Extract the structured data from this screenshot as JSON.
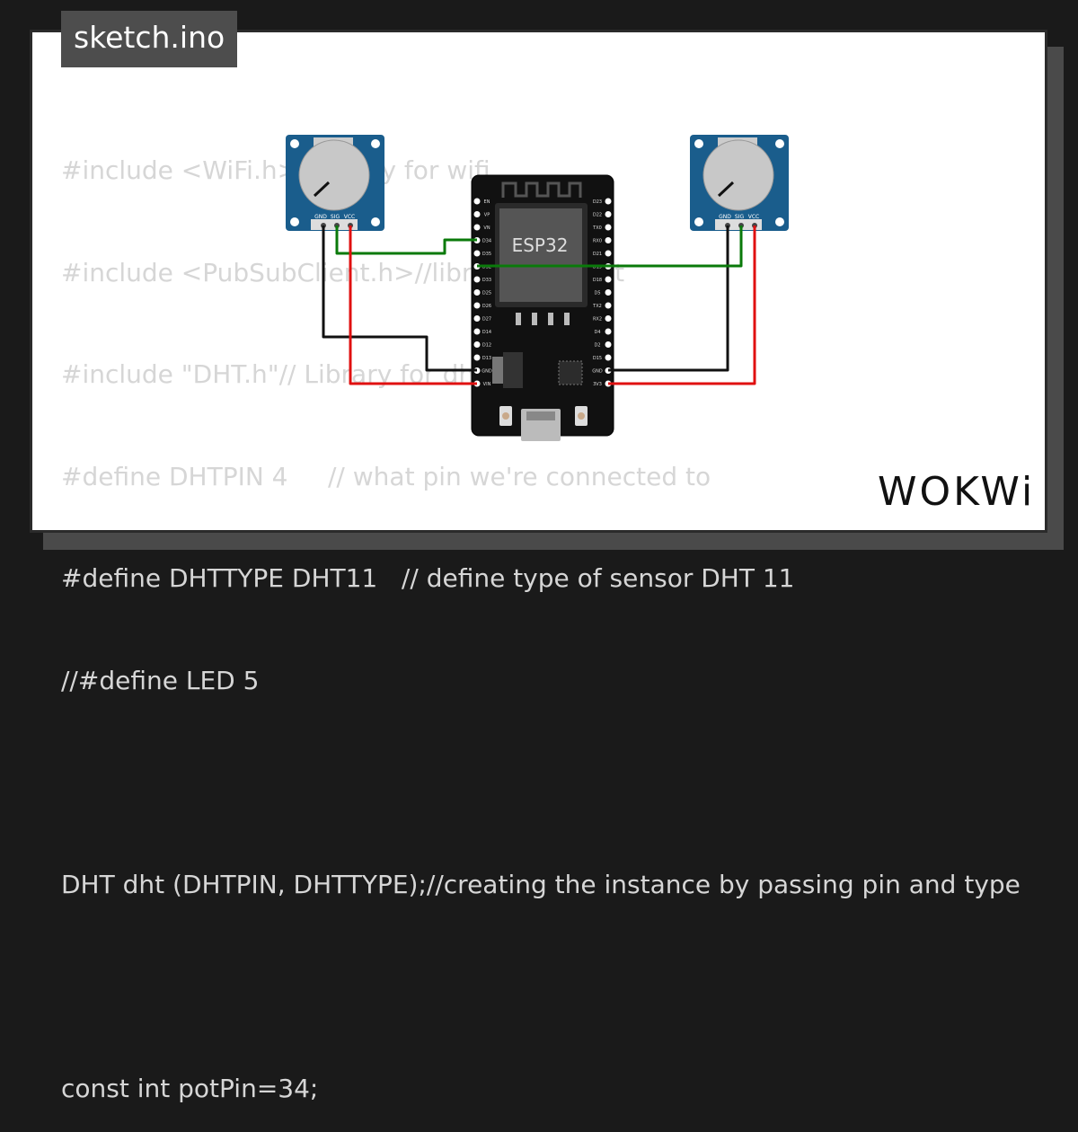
{
  "title_tab": {
    "label": "sketch.ino"
  },
  "code_lines": [
    "#include <WiFi.h>//library for wifi",
    "#include <PubSubClient.h>//library for MQtt",
    "#include \"DHT.h\"// Library for dht11",
    "#define DHTPIN 4     // what pin we're connected to",
    "#define DHTTYPE DHT11   // define type of sensor DHT 11",
    "//#define LED 5",
    "",
    "DHT dht (DHTPIN, DHTTYPE);//creating the instance by passing pin and type of dht connected",
    "",
    "const int potPin=34;"
  ],
  "board": {
    "chip_label": "ESP32",
    "left_pins": [
      "EN",
      "VP",
      "VN",
      "D34",
      "D35",
      "D32",
      "D33",
      "D25",
      "D26",
      "D27",
      "D14",
      "D12",
      "D13",
      "GND",
      "VIN"
    ],
    "right_pins": [
      "D23",
      "D22",
      "TX0",
      "RX0",
      "D21",
      "D19",
      "D18",
      "D5",
      "TX2",
      "RX2",
      "D4",
      "D2",
      "D15",
      "GND",
      "3V3"
    ]
  },
  "potentiometers": [
    {
      "pins": [
        "GND",
        "SIG",
        "VCC"
      ]
    },
    {
      "pins": [
        "GND",
        "SIG",
        "VCC"
      ]
    }
  ],
  "wire_colors": {
    "gnd": "#111111",
    "sig": "#0a7a0a",
    "vcc": "#e01010"
  },
  "logo": {
    "text": "WOKWi"
  }
}
